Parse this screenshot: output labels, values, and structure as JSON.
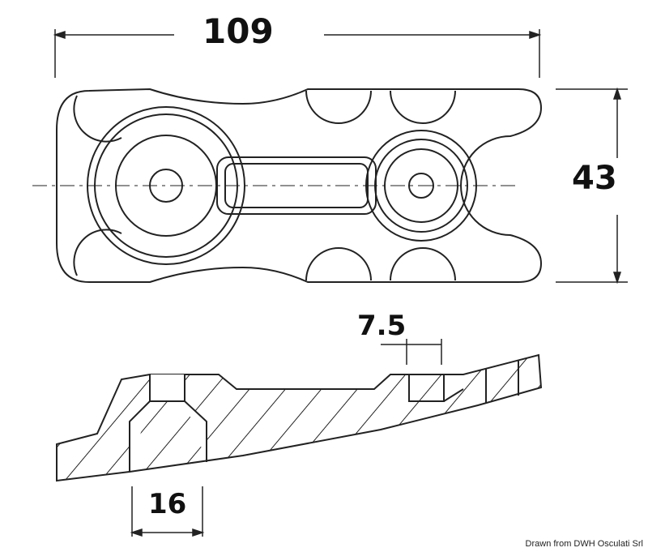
{
  "dimensions": {
    "length": "109",
    "width": "43",
    "offset": "7.5",
    "base": "16"
  },
  "credit": "Drawn from DWH Osculati Srl"
}
